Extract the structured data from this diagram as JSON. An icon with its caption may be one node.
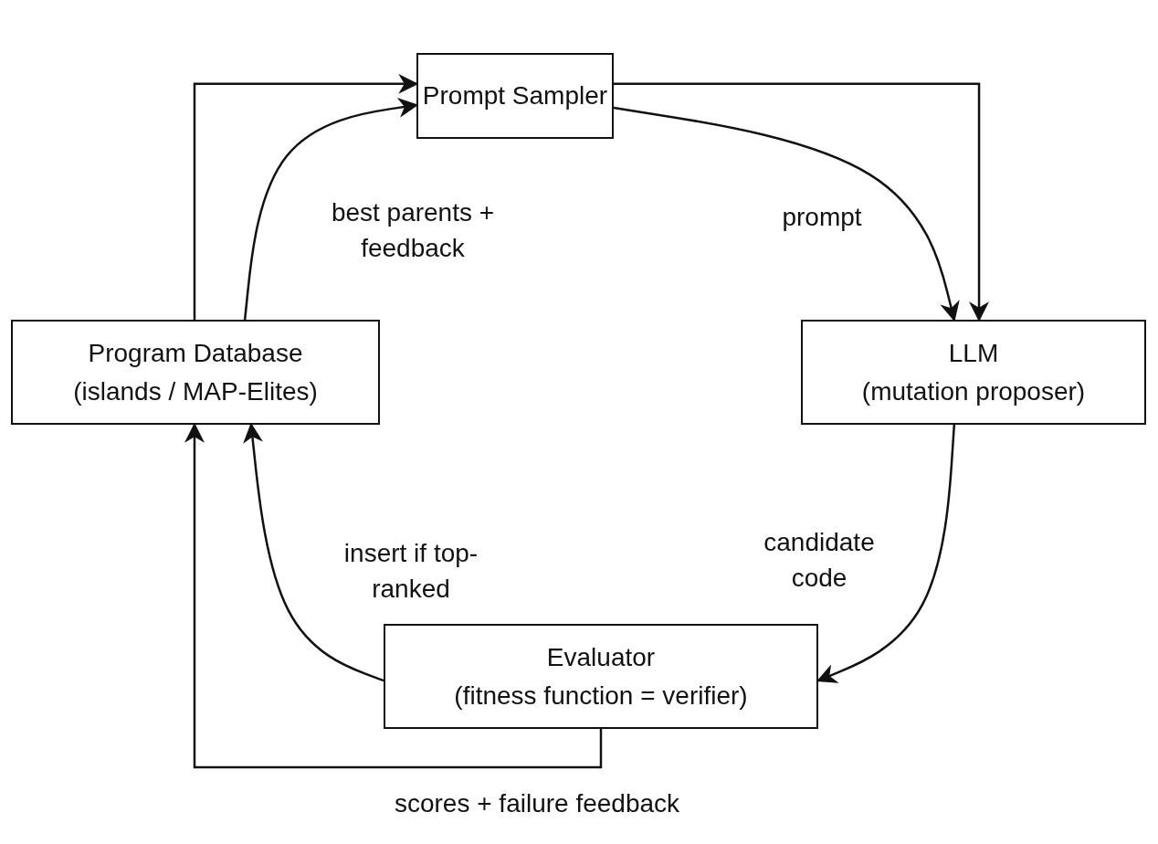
{
  "diagram": {
    "nodes": [
      {
        "text": [
          "Prompt Sampler"
        ]
      },
      {
        "text": [
          "LLM",
          "(mutation proposer)"
        ]
      },
      {
        "text": [
          "Evaluator",
          "(fitness function = verifier)"
        ]
      },
      {
        "text": [
          "Program Database",
          "(islands / MAP-Elites)"
        ]
      }
    ],
    "edges": [
      {
        "from": 3,
        "to": 0,
        "arrow": "to",
        "label": "best parents + feedback"
      },
      {
        "from": 3,
        "to": 0,
        "arrow": "to"
      },
      {
        "from": 0,
        "to": 1,
        "arrow": "to",
        "label": "prompt"
      },
      {
        "from": 0,
        "to": 1,
        "arrow": "to"
      },
      {
        "from": 1,
        "to": 2,
        "arrow": "to",
        "label": "candidate code"
      },
      {
        "from": 2,
        "to": 3,
        "arrow": "to",
        "label": "insert if top-ranked"
      },
      {
        "from": 2,
        "to": 3,
        "arrow": "to",
        "label": "scores + failure feedback"
      }
    ]
  }
}
